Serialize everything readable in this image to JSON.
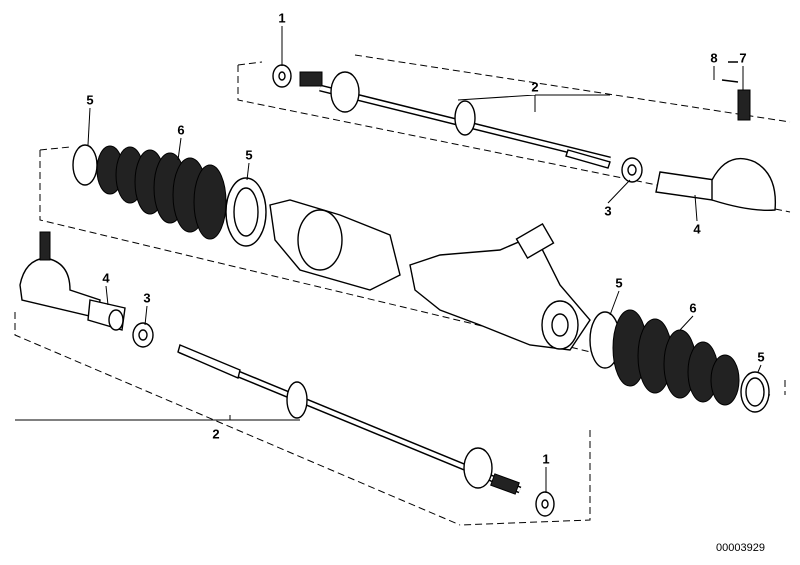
{
  "diagram": {
    "title": "Steering gear assembly exploded view",
    "callouts": [
      {
        "id": "c1a",
        "text": "1"
      },
      {
        "id": "c2a",
        "text": "2"
      },
      {
        "id": "c8",
        "text": "8"
      },
      {
        "id": "c7",
        "text": "7"
      },
      {
        "id": "c5a",
        "text": "5"
      },
      {
        "id": "c6a",
        "text": "6"
      },
      {
        "id": "c5b",
        "text": "5"
      },
      {
        "id": "c3a",
        "text": "3"
      },
      {
        "id": "c4a",
        "text": "4"
      },
      {
        "id": "c4b",
        "text": "4"
      },
      {
        "id": "c3b",
        "text": "3"
      },
      {
        "id": "c5c",
        "text": "5"
      },
      {
        "id": "c6b",
        "text": "6"
      },
      {
        "id": "c5d",
        "text": "5"
      },
      {
        "id": "c2b",
        "text": "2"
      },
      {
        "id": "c1b",
        "text": "1"
      }
    ],
    "drawing_code": "00003929"
  }
}
